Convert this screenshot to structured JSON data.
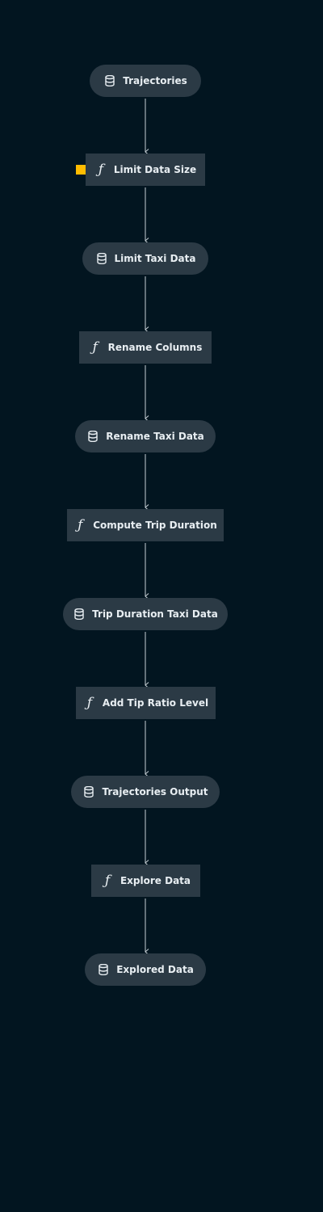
{
  "pipeline": {
    "nodes": [
      {
        "id": "trajectories",
        "kind": "dataset",
        "label": "Trajectories",
        "icon": "database-icon"
      },
      {
        "id": "limit-data-size",
        "kind": "function",
        "label": "Limit Data Size",
        "icon": "function-icon",
        "highlighted": true
      },
      {
        "id": "limit-taxi-data",
        "kind": "dataset",
        "label": "Limit Taxi Data",
        "icon": "database-icon"
      },
      {
        "id": "rename-columns",
        "kind": "function",
        "label": "Rename Columns",
        "icon": "function-icon"
      },
      {
        "id": "rename-taxi-data",
        "kind": "dataset",
        "label": "Rename Taxi Data",
        "icon": "database-icon"
      },
      {
        "id": "compute-trip-duration",
        "kind": "function",
        "label": "Compute Trip Duration",
        "icon": "function-icon"
      },
      {
        "id": "trip-duration-taxi-data",
        "kind": "dataset",
        "label": "Trip Duration Taxi Data",
        "icon": "database-icon"
      },
      {
        "id": "add-tip-ratio-level",
        "kind": "function",
        "label": "Add Tip Ratio Level",
        "icon": "function-icon"
      },
      {
        "id": "trajectories-output",
        "kind": "dataset",
        "label": "Trajectories Output",
        "icon": "database-icon"
      },
      {
        "id": "explore-data",
        "kind": "function",
        "label": "Explore Data",
        "icon": "function-icon"
      },
      {
        "id": "explored-data",
        "kind": "dataset",
        "label": "Explored Data",
        "icon": "database-icon"
      }
    ],
    "edges": [
      [
        "trajectories",
        "limit-data-size"
      ],
      [
        "limit-data-size",
        "limit-taxi-data"
      ],
      [
        "limit-taxi-data",
        "rename-columns"
      ],
      [
        "rename-columns",
        "rename-taxi-data"
      ],
      [
        "rename-taxi-data",
        "compute-trip-duration"
      ],
      [
        "compute-trip-duration",
        "trip-duration-taxi-data"
      ],
      [
        "trip-duration-taxi-data",
        "add-tip-ratio-level"
      ],
      [
        "add-tip-ratio-level",
        "trajectories-output"
      ],
      [
        "trajectories-output",
        "explore-data"
      ],
      [
        "explore-data",
        "explored-data"
      ]
    ]
  },
  "colors": {
    "background": "#021520",
    "node": "#2b3a45",
    "text": "#e8eef2",
    "edge": "#c7cfd4",
    "highlight": "#ffbc00"
  }
}
